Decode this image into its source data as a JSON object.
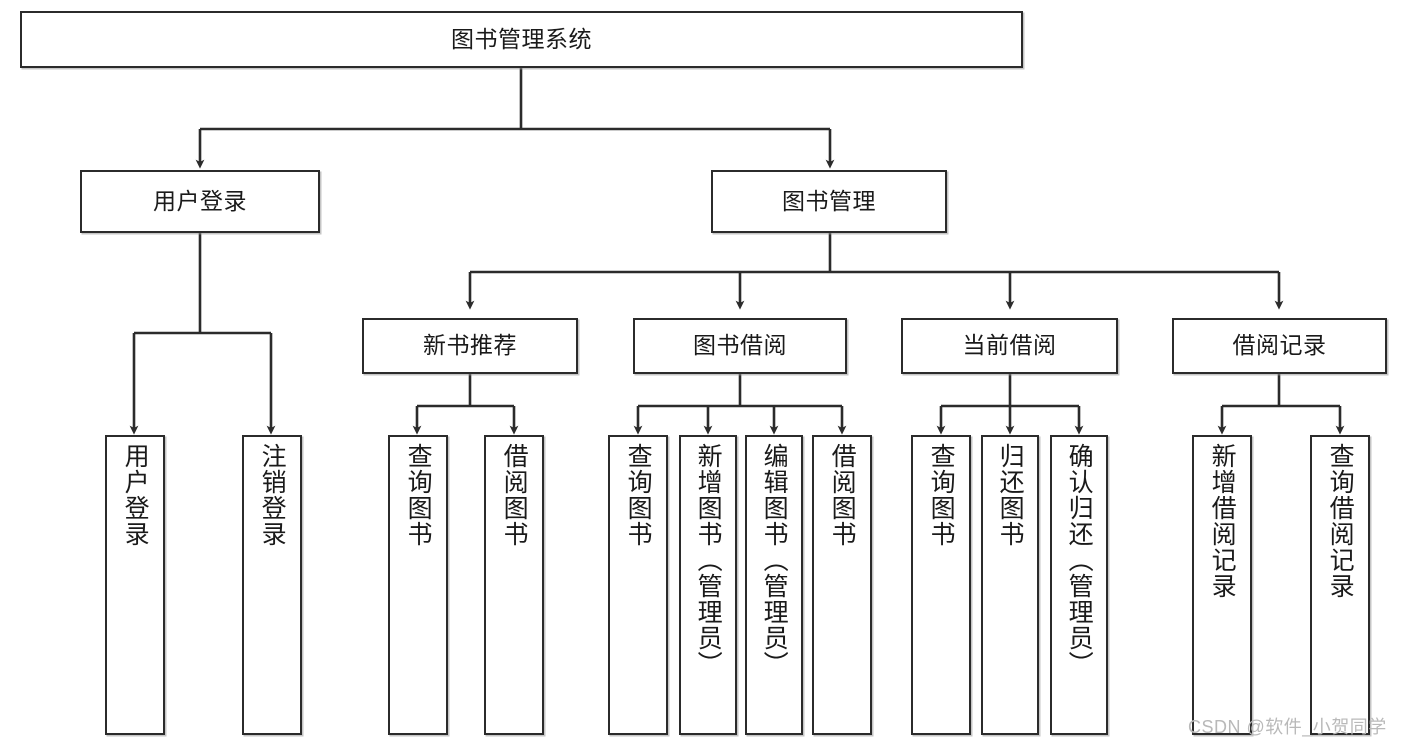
{
  "diagram": {
    "title": "图书管理系统",
    "watermark": "CSDN @软件_小贺同学",
    "colors": {
      "stroke": "#2b2b2b",
      "fill": "#ffffff",
      "text": "#1a1a1a",
      "watermark": "#b9b9b9"
    },
    "nodes": {
      "root": "图书管理系统",
      "level2": [
        "用户登录",
        "图书管理"
      ],
      "level3": [
        "新书推荐",
        "图书借阅",
        "当前借阅",
        "借阅记录"
      ],
      "leaves": {
        "user_login": [
          "用户登录",
          "注销登录"
        ],
        "new_book": [
          "查询图书",
          "借阅图书"
        ],
        "borrow_book": [
          "查询图书",
          "新增图书（管理员）",
          "编辑图书（管理员）",
          "借阅图书"
        ],
        "current_borrow": [
          "查询图书",
          "归还图书",
          "确认归还（管理员）"
        ],
        "borrow_record": [
          "新增借阅记录",
          "查询借阅记录"
        ]
      }
    },
    "chart_data": {
      "type": "tree",
      "title": "图书管理系统",
      "root": {
        "label": "图书管理系统",
        "children": [
          {
            "label": "用户登录",
            "children": [
              {
                "label": "用户登录"
              },
              {
                "label": "注销登录"
              }
            ]
          },
          {
            "label": "图书管理",
            "children": [
              {
                "label": "新书推荐",
                "children": [
                  {
                    "label": "查询图书"
                  },
                  {
                    "label": "借阅图书"
                  }
                ]
              },
              {
                "label": "图书借阅",
                "children": [
                  {
                    "label": "查询图书"
                  },
                  {
                    "label": "新增图书（管理员）"
                  },
                  {
                    "label": "编辑图书（管理员）"
                  },
                  {
                    "label": "借阅图书"
                  }
                ]
              },
              {
                "label": "当前借阅",
                "children": [
                  {
                    "label": "查询图书"
                  },
                  {
                    "label": "归还图书"
                  },
                  {
                    "label": "确认归还（管理员）"
                  }
                ]
              },
              {
                "label": "借阅记录",
                "children": [
                  {
                    "label": "新增借阅记录"
                  },
                  {
                    "label": "查询借阅记录"
                  }
                ]
              }
            ]
          }
        ]
      }
    }
  }
}
